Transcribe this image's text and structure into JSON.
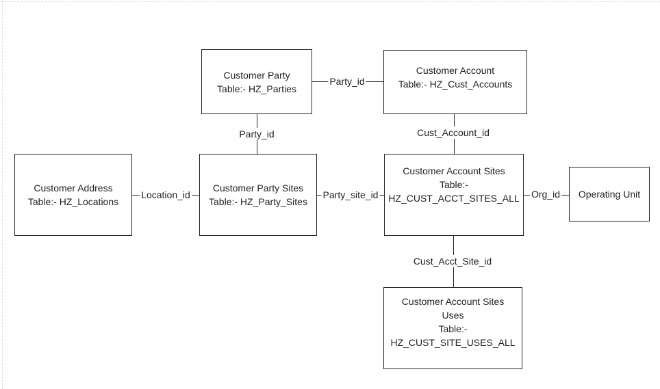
{
  "diagram": {
    "type": "entity-relationship",
    "colors": {
      "box_border": "#262626",
      "connector_line": "#262626",
      "text": "#1f1f1f",
      "page_edge": "#dcdcdc",
      "background": "#ffffff"
    },
    "entities": [
      {
        "id": "customer-party",
        "lines": [
          "Customer Party",
          "Table:- HZ_Parties"
        ]
      },
      {
        "id": "customer-account",
        "lines": [
          "Customer Account",
          "Table:- HZ_Cust_Accounts"
        ]
      },
      {
        "id": "customer-address",
        "lines": [
          "Customer Address",
          "Table:- HZ_Locations"
        ]
      },
      {
        "id": "customer-party-sites",
        "lines": [
          "Customer Party Sites",
          "Table:- HZ_Party_Sites"
        ]
      },
      {
        "id": "customer-account-sites",
        "lines": [
          "Customer Account Sites",
          "Table:-",
          "HZ_CUST_ACCT_SITES_ALL"
        ]
      },
      {
        "id": "operating-unit",
        "lines": [
          "Operating Unit"
        ]
      },
      {
        "id": "customer-account-sites-uses",
        "lines": [
          "Customer Account Sites",
          "Uses",
          "Table:-",
          "HZ_CUST_SITE_USES_ALL"
        ]
      }
    ],
    "connectors": [
      {
        "id": "party-id-horizontal",
        "label": "Party_id",
        "from": "customer-party",
        "to": "customer-account"
      },
      {
        "id": "party-id-vertical",
        "label": "Party_id",
        "from": "customer-party",
        "to": "customer-party-sites"
      },
      {
        "id": "cust-account-id",
        "label": "Cust_Account_id",
        "from": "customer-account",
        "to": "customer-account-sites"
      },
      {
        "id": "location-id",
        "label": "Location_id",
        "from": "customer-address",
        "to": "customer-party-sites"
      },
      {
        "id": "party-site-id",
        "label": "Party_site_id",
        "from": "customer-party-sites",
        "to": "customer-account-sites"
      },
      {
        "id": "org-id",
        "label": "Org_id",
        "from": "customer-account-sites",
        "to": "operating-unit"
      },
      {
        "id": "cust-acct-site-id",
        "label": "Cust_Acct_Site_id",
        "from": "customer-account-sites",
        "to": "customer-account-sites-uses"
      }
    ]
  }
}
